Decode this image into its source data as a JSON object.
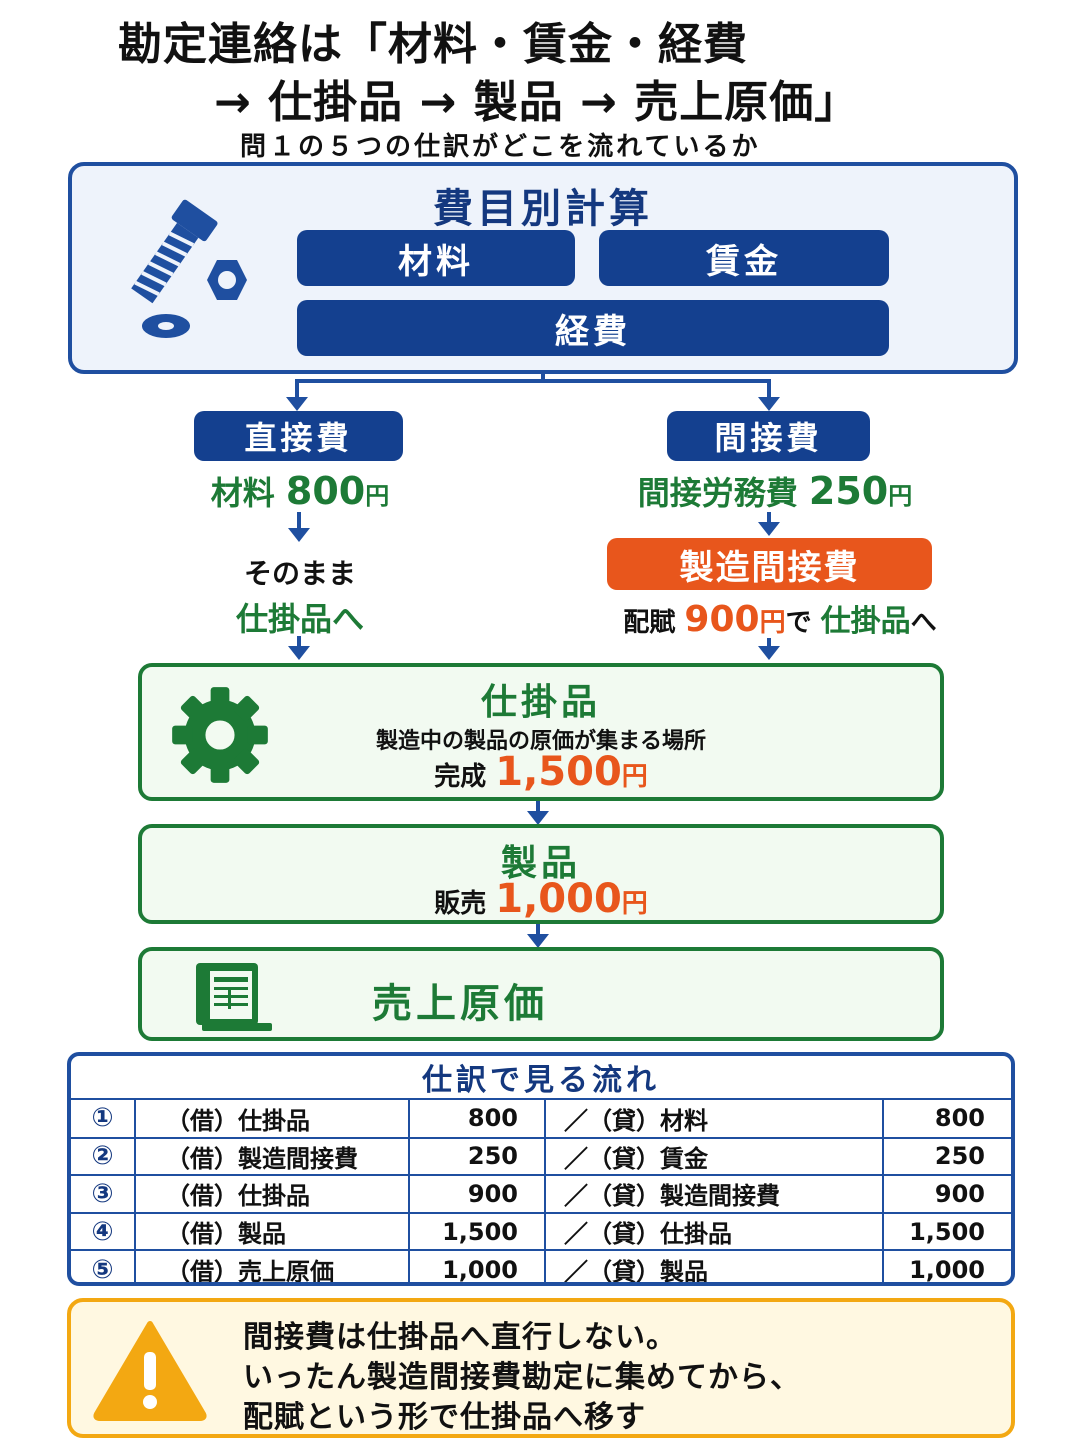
{
  "header": {
    "title_line1": "勘定連絡は「材料・賃金・経費",
    "title_line2": "→ 仕掛品 → 製品 → 売上原価」",
    "subtitle": "問１の５つの仕訳がどこを流れているか"
  },
  "cost_calc": {
    "title": "費目別計算",
    "materials": "材料",
    "wages": "賃金",
    "expenses": "経費",
    "icon": "bolt-nut-icon"
  },
  "direct": {
    "label": "直接費",
    "item": "材料",
    "amount": "800",
    "unit": "円",
    "note1": "そのまま",
    "note2": "仕掛品へ"
  },
  "indirect": {
    "label": "間接費",
    "item": "間接労務費",
    "amount": "250",
    "unit": "円",
    "mfg_overhead": "製造間接費",
    "alloc_prefix": "配賦",
    "alloc_amount": "900",
    "alloc_unit": "円",
    "alloc_mid": "で",
    "alloc_target": "仕掛品",
    "alloc_suffix": "へ"
  },
  "wip": {
    "title": "仕掛品",
    "desc": "製造中の製品の原価が集まる場所",
    "label": "完成",
    "amount": "1,500",
    "unit": "円",
    "icon": "gear-icon"
  },
  "product": {
    "title": "製品",
    "label": "販売",
    "amount": "1,000",
    "unit": "円"
  },
  "cogs": {
    "title": "売上原価",
    "icon": "ledger-book-icon"
  },
  "journal": {
    "title": "仕訳で見る流れ",
    "rows": [
      {
        "num": "①",
        "debit": "（借）仕掛品",
        "debit_amt": "800",
        "credit": "／（貸）材料",
        "credit_amt": "800"
      },
      {
        "num": "②",
        "debit": "（借）製造間接費",
        "debit_amt": "250",
        "credit": "／（貸）賃金",
        "credit_amt": "250"
      },
      {
        "num": "③",
        "debit": "（借）仕掛品",
        "debit_amt": "900",
        "credit": "／（貸）製造間接費",
        "credit_amt": "900"
      },
      {
        "num": "④",
        "debit": "（借）製品",
        "debit_amt": "1,500",
        "credit": "／（貸）仕掛品",
        "credit_amt": "1,500"
      },
      {
        "num": "⑤",
        "debit": "（借）売上原価",
        "debit_amt": "1,000",
        "credit": "／（貸）製品",
        "credit_amt": "1,000"
      }
    ]
  },
  "warning": {
    "icon": "warning-icon",
    "line1": "間接費は仕掛品へ直行しない。",
    "line2": "いったん製造間接費勘定に集めてから、",
    "line3": "配賦という形で仕掛品へ移す"
  },
  "colors": {
    "navy": "#14408f",
    "green": "#1d7a36",
    "orange": "#e8561c",
    "warning": "#f3a812"
  }
}
